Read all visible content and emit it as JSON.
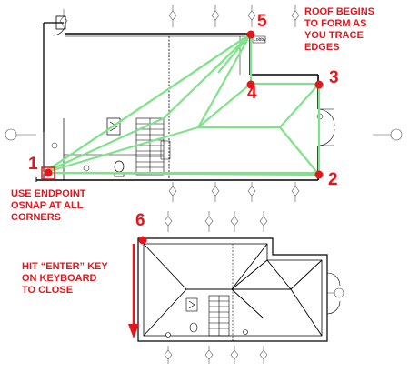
{
  "notes": {
    "roof_note": [
      "ROOF BEGINS",
      "TO FORM AS",
      "YOU TRACE",
      "EDGES"
    ],
    "endpoint_note": [
      "USE ENDPOINT",
      "OSNAP AT ALL",
      "CORNERS"
    ],
    "enter_note": [
      "HIT “ENTER” KEY",
      "ON KEYBOARD",
      "TO CLOSE"
    ]
  },
  "step_numbers": [
    "1",
    "2",
    "3",
    "4",
    "5",
    "6"
  ],
  "tags": {
    "room_tag": "Lobby"
  },
  "colors": {
    "annotation": "#e8141b",
    "roof_trace": "#7fe38a",
    "walls": "#000000"
  }
}
